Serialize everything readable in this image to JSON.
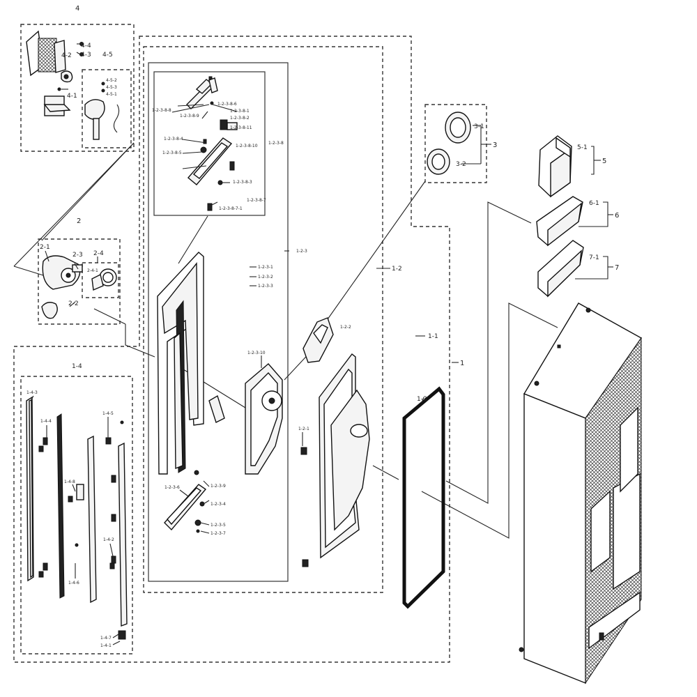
{
  "labels": {
    "g1": "1",
    "g2": "2",
    "g3": "3",
    "g4": "4",
    "g5": "5",
    "g6": "6",
    "g7": "7",
    "p1_1": "1-1",
    "p1_2": "1-2",
    "p1_3": "1-3",
    "p1_4": "1-4",
    "p1_2_1": "1-2-1",
    "p1_2_2": "1-2-2",
    "p1_2_3": "1-2-3",
    "p1_2_3_1": "1-2-3-1",
    "p1_2_3_2": "1-2-3-2",
    "p1_2_3_3": "1-2-3-3",
    "p1_2_3_4": "1-2-3-4",
    "p1_2_3_5": "1-2-3-5",
    "p1_2_3_6": "1-2-3-6",
    "p1_2_3_7": "1-2-3-7",
    "p1_2_3_8": "1-2-3-8",
    "p1_2_3_9": "1-2-3-9",
    "p1_2_3_10": "1-2-3-10",
    "p1_2_3_8_1": "1-2-3-8-1",
    "p1_2_3_8_2": "1-2-3-8-2",
    "p1_2_3_8_3": "1-2-3-8-3",
    "p1_2_3_8_4": "1-2-3-8-4",
    "p1_2_3_8_5": "1-2-3-8-5",
    "p1_2_3_8_6": "1-2-3-8-6",
    "p1_2_3_8_7": "1-2-3-8-7",
    "p1_2_3_8_8": "1-2-3-8-8",
    "p1_2_3_8_9": "1-2-3-8-9",
    "p1_2_3_8_10": "1-2-3-8-10",
    "p1_2_3_8_11": "1-2-3-8-11",
    "p1_2_3_8_7_1": "1-2-3-8-7-1",
    "p1_4_1": "1-4-1",
    "p1_4_2": "1-4-2",
    "p1_4_3": "1-4-3",
    "p1_4_4": "1-4-4",
    "p1_4_5": "1-4-5",
    "p1_4_6": "1-4-6",
    "p1_4_7": "1-4-7",
    "p1_4_8": "1-4-8",
    "p2_1": "2-1",
    "p2_2": "2-2",
    "p2_3": "2-3",
    "p2_4": "2-4",
    "p2_4_1": "2-4-1",
    "p3_1": "3-1",
    "p3_2": "3-2",
    "p4_1": "4-1",
    "p4_2": "4-2",
    "p4_3": "4-3",
    "p4_4": "4-4",
    "p4_5": "4-5",
    "p4_5_1": "4-5-1",
    "p4_5_2": "4-5-2",
    "p4_5_3": "4-5-3",
    "p5_1": "5-1",
    "p6_1": "6-1",
    "p7_1": "7-1"
  },
  "colors": {
    "line": "#222222",
    "part_fill": "#f4f4f4",
    "background": "#ffffff"
  }
}
